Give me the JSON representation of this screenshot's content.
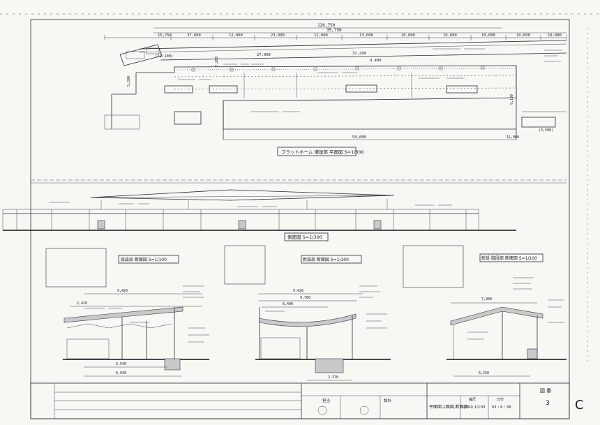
{
  "dimensions_top": {
    "total_a": "126,750",
    "total_b": "35,750",
    "segments": [
      "15,750",
      "37,000",
      "12,000",
      "23,000",
      "12,000",
      "13,000",
      "10,000",
      "10,000",
      "10,000",
      "10,000",
      "10,000"
    ]
  },
  "dimensions_plan": {
    "d_27900": "27,900",
    "d_37200": "37,200",
    "d_9400": "9,400",
    "d_54000": "54,000",
    "d_22100": "(22,100)",
    "d_5200": "5,200",
    "d_7200": "7,200",
    "d_9100": "9,100",
    "d_3500": "(3,500)",
    "d_11000": "11,000"
  },
  "captions": {
    "plan": "プラットホーム 増設部 平面図  S=1/300",
    "side_elevation": "側面図  S=1/300",
    "section_1": "既設部 断面図  S=1/100",
    "section_2": "新設部 断面図  S=1/100",
    "section_3": "新設 階段部 断面図  S=1/100"
  },
  "section_dims": {
    "s1_top": "9,420",
    "s1_b": "2,420",
    "s1_c": "5,540",
    "s1_d": "6,930",
    "s2_top": "9,420",
    "s2_b": "9,700",
    "s2_c": "6,400",
    "s2_d": "2,370",
    "s3_top": "7,300",
    "s3_b": "6,250"
  },
  "title_block": {
    "col_a": "担当",
    "col_b": "設計",
    "drawing_title": "平面図,1面図,断面図",
    "scale_label": "縮尺",
    "scale": "1/300  1/100",
    "date_label": "日付",
    "date": "63・6・30",
    "sheet_label": "図 番",
    "sheet_no": "3",
    "edge_mark": "C"
  }
}
